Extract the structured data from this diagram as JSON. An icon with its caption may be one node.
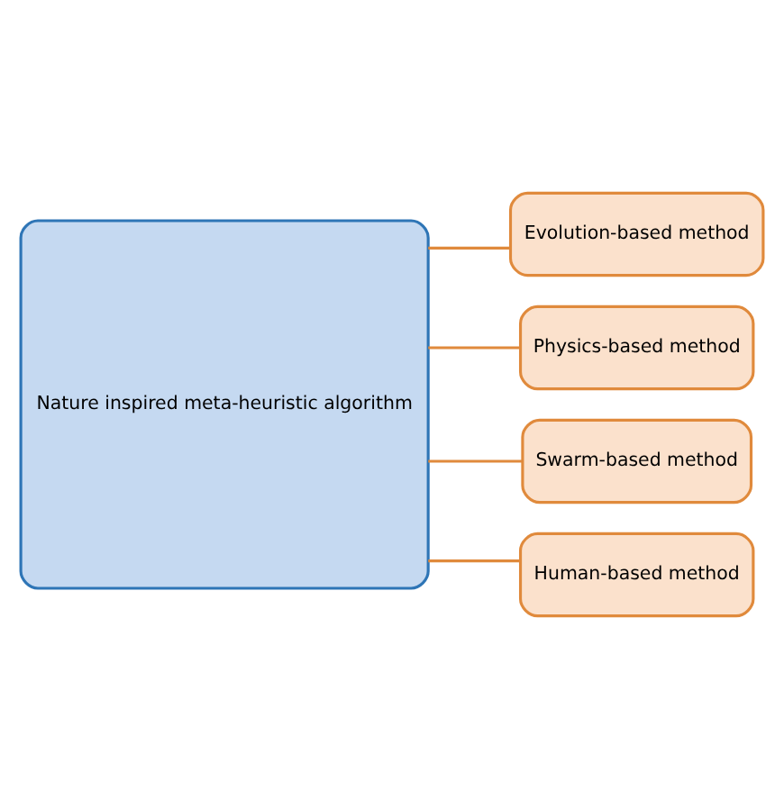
{
  "diagram": {
    "nodes": [
      {
        "text": [
          "Nature inspired meta-heuristic algorithm"
        ]
      },
      {
        "text": [
          "Evolution-based method"
        ]
      },
      {
        "text": [
          "Physics-based method"
        ]
      },
      {
        "text": [
          "Swarm-based method"
        ]
      },
      {
        "text": [
          "Human-based method"
        ]
      }
    ],
    "edges": [
      {
        "from": 0,
        "to": 1,
        "arrow": "none"
      },
      {
        "from": 0,
        "to": 2,
        "arrow": "none"
      },
      {
        "from": 0,
        "to": 3,
        "arrow": "none"
      },
      {
        "from": 0,
        "to": 4,
        "arrow": "none"
      }
    ]
  }
}
